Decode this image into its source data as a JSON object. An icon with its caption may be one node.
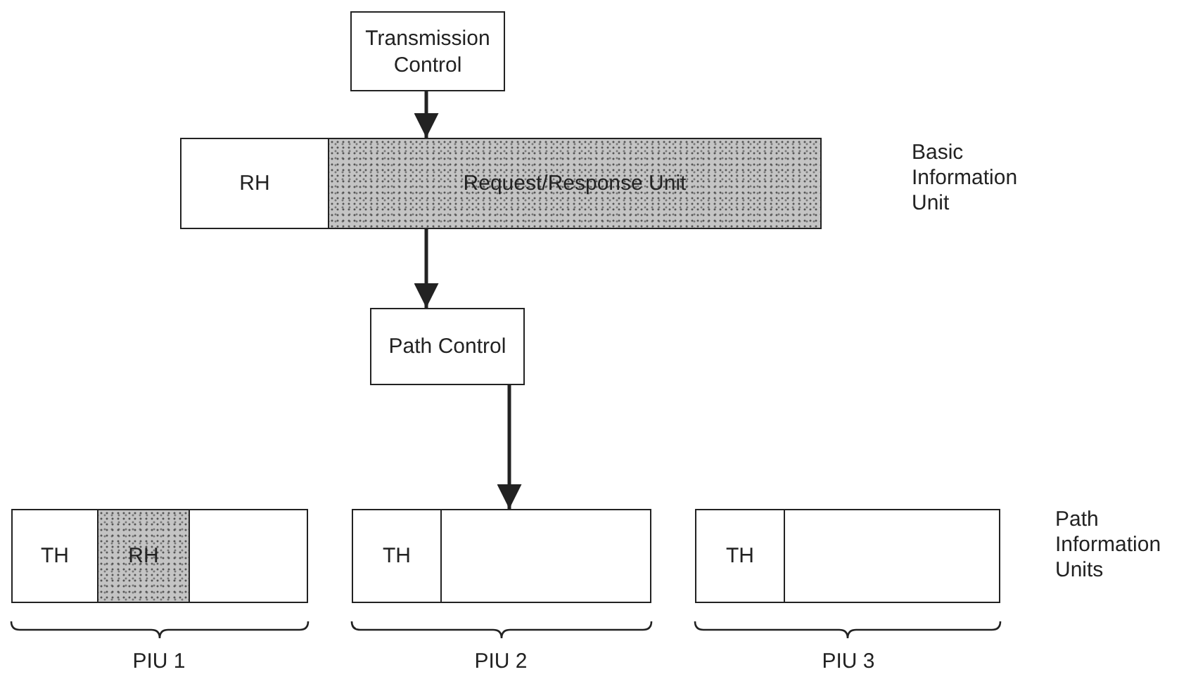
{
  "diagram": {
    "nodes": [
      {
        "text": [
          "Transmission Control"
        ]
      },
      {
        "text": [
          "RH"
        ]
      },
      {
        "text": [
          "Request/Response Unit"
        ]
      },
      {
        "text": [
          "Path Control"
        ]
      },
      {
        "text": [
          "TH"
        ]
      },
      {
        "text": [
          "RH"
        ]
      },
      {
        "text": [],
        "shape": "box"
      },
      {
        "text": [
          "TH"
        ]
      },
      {
        "text": [],
        "shape": "box"
      },
      {
        "text": [
          "TH"
        ]
      },
      {
        "text": [],
        "shape": "box"
      }
    ],
    "edges": [
      {
        "from": 0,
        "to": 2,
        "arrow": "to"
      },
      {
        "from": 2,
        "to": 3,
        "arrow": "to"
      },
      {
        "from": 3,
        "to": 8,
        "arrow": "to"
      }
    ],
    "labels": [
      "Basic Information Unit",
      "Path Information Units",
      "PIU 1",
      "PIU 2",
      "PIU 3"
    ]
  }
}
